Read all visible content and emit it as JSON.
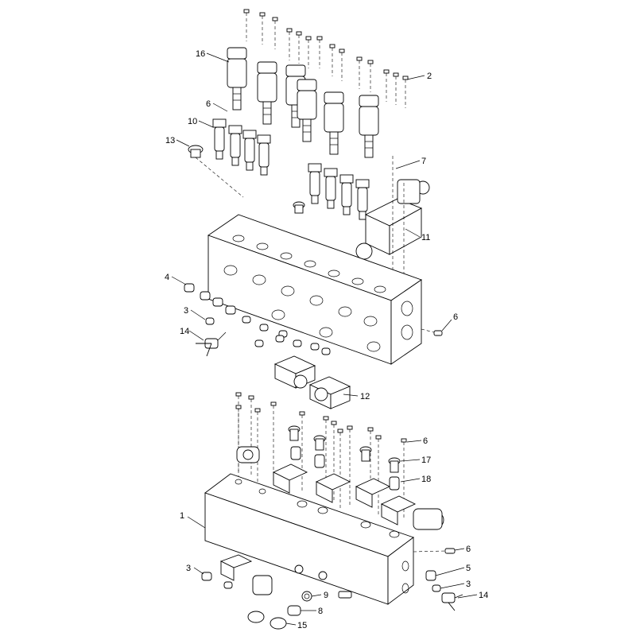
{
  "diagram": {
    "callouts": [
      {
        "id": "c16a",
        "label": "16"
      },
      {
        "id": "c2a",
        "label": "2"
      },
      {
        "id": "c6a",
        "label": "6"
      },
      {
        "id": "c10",
        "label": "10"
      },
      {
        "id": "c13",
        "label": "13"
      },
      {
        "id": "c7",
        "label": "7"
      },
      {
        "id": "c11",
        "label": "11"
      },
      {
        "id": "c4",
        "label": "4"
      },
      {
        "id": "c3a",
        "label": "3"
      },
      {
        "id": "c14a",
        "label": "14"
      },
      {
        "id": "c6b",
        "label": "6"
      },
      {
        "id": "c12",
        "label": "12"
      },
      {
        "id": "c6c",
        "label": "6"
      },
      {
        "id": "c17",
        "label": "17"
      },
      {
        "id": "c18",
        "label": "18"
      },
      {
        "id": "c1",
        "label": "1"
      },
      {
        "id": "c6d",
        "label": "6"
      },
      {
        "id": "c5",
        "label": "5"
      },
      {
        "id": "c3b",
        "label": "3"
      },
      {
        "id": "c3c",
        "label": "3"
      },
      {
        "id": "c14b",
        "label": "14"
      },
      {
        "id": "c9",
        "label": "9"
      },
      {
        "id": "c8",
        "label": "8"
      },
      {
        "id": "c15",
        "label": "15"
      }
    ]
  }
}
